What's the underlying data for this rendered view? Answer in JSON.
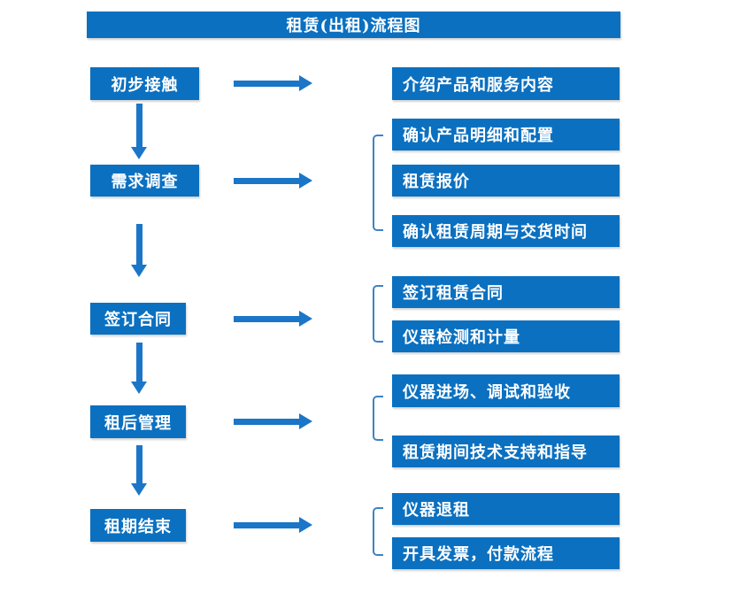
{
  "title": "租赁(出租)流程图",
  "flow": {
    "steps": [
      {
        "label": "初步接触",
        "items": [
          "介绍产品和服务内容"
        ]
      },
      {
        "label": "需求调查",
        "items": [
          "确认产品明细和配置",
          "租赁报价",
          "确认租赁周期与交货时间"
        ]
      },
      {
        "label": "签订合同",
        "items": [
          "签订租赁合同",
          "仪器检测和计量"
        ]
      },
      {
        "label": "租后管理",
        "items": [
          "仪器进场、调试和验收",
          "租赁期间技术支持和指导"
        ]
      },
      {
        "label": "租期结束",
        "items": [
          "仪器退租",
          "开具发票，付款流程"
        ]
      }
    ]
  },
  "colors": {
    "box_blue": "#0b70c0",
    "arrow_blue": "#1b76c8",
    "bracket_blue": "#3f82c4",
    "text_white": "#ffffff"
  }
}
